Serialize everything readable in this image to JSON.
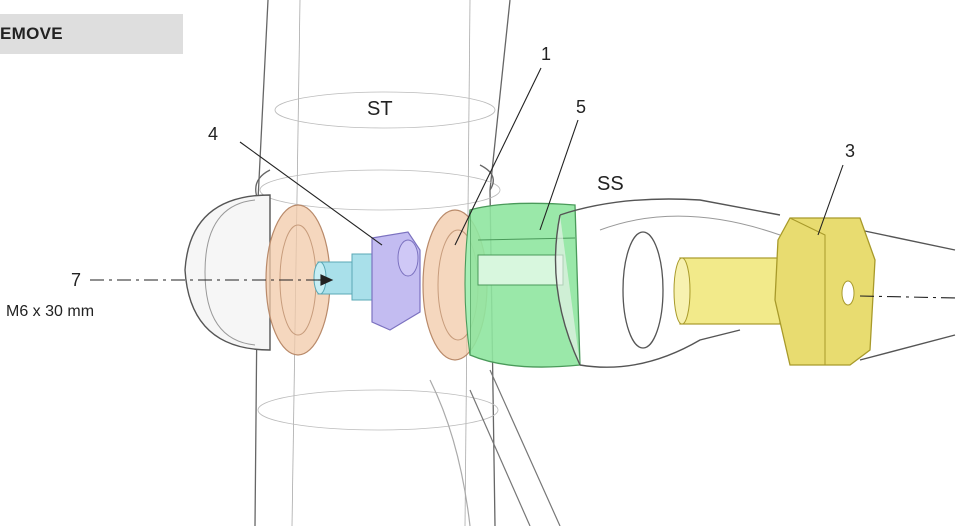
{
  "banner": {
    "text": "EMOVE"
  },
  "labels": {
    "st": "ST",
    "ss": "SS",
    "callout_1": "1",
    "callout_3": "3",
    "callout_4": "4",
    "callout_5": "5",
    "callout_7": "7",
    "bolt_spec": "M6 x 30 mm"
  },
  "colors": {
    "bearing": "#f2c9a8",
    "spacer_cyan": "#a9e0ea",
    "clip_purple": "#b9b0ee",
    "sleeve_green": "#8fe6a0",
    "bolt_yellow": "#f2ea8a",
    "frame_outline": "#555555"
  }
}
